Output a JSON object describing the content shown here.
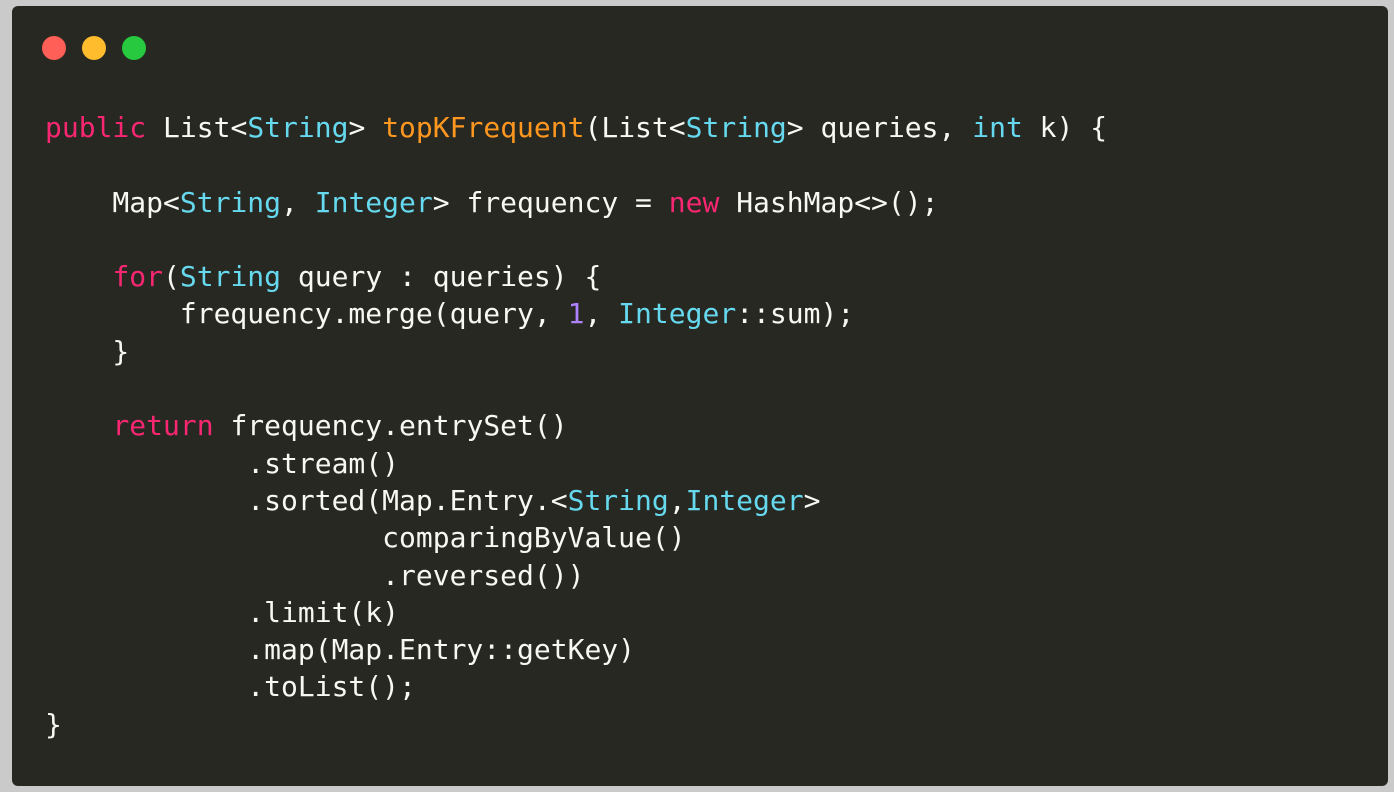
{
  "window": {
    "background": "#272822",
    "traffic_lights": [
      {
        "name": "close",
        "color": "#ff5f56"
      },
      {
        "name": "minimize",
        "color": "#ffbd2e"
      },
      {
        "name": "zoom",
        "color": "#27c93f"
      }
    ]
  },
  "theme": {
    "keyword": "#f92672",
    "type": "#66d9ef",
    "function": "#fd971f",
    "number": "#ae81ff",
    "plain": "#f8f8f2"
  },
  "code_lines": [
    [
      {
        "t": "public",
        "c": "keyword"
      },
      {
        "t": " List<"
      },
      {
        "t": "String",
        "c": "type"
      },
      {
        "t": "> "
      },
      {
        "t": "topKFrequent",
        "c": "function"
      },
      {
        "t": "(List<"
      },
      {
        "t": "String",
        "c": "type"
      },
      {
        "t": "> queries, "
      },
      {
        "t": "int",
        "c": "type"
      },
      {
        "t": " k) {"
      }
    ],
    [],
    [
      {
        "t": "    Map<"
      },
      {
        "t": "String",
        "c": "type"
      },
      {
        "t": ", "
      },
      {
        "t": "Integer",
        "c": "type"
      },
      {
        "t": "> frequency = "
      },
      {
        "t": "new",
        "c": "keyword"
      },
      {
        "t": " HashMap<>();"
      }
    ],
    [],
    [
      {
        "t": "    "
      },
      {
        "t": "for",
        "c": "keyword"
      },
      {
        "t": "("
      },
      {
        "t": "String",
        "c": "type"
      },
      {
        "t": " query : queries) {"
      }
    ],
    [
      {
        "t": "        frequency.merge(query, "
      },
      {
        "t": "1",
        "c": "number"
      },
      {
        "t": ", "
      },
      {
        "t": "Integer",
        "c": "type"
      },
      {
        "t": "::sum);"
      }
    ],
    [
      {
        "t": "    }"
      }
    ],
    [],
    [
      {
        "t": "    "
      },
      {
        "t": "return",
        "c": "keyword"
      },
      {
        "t": " frequency.entrySet()"
      }
    ],
    [
      {
        "t": "            .stream()"
      }
    ],
    [
      {
        "t": "            .sorted(Map.Entry.<"
      },
      {
        "t": "String",
        "c": "type"
      },
      {
        "t": ","
      },
      {
        "t": "Integer",
        "c": "type"
      },
      {
        "t": ">"
      }
    ],
    [
      {
        "t": "                    comparingByValue()"
      }
    ],
    [
      {
        "t": "                    .reversed())"
      }
    ],
    [
      {
        "t": "            .limit(k)"
      }
    ],
    [
      {
        "t": "            .map(Map.Entry::getKey)"
      }
    ],
    [
      {
        "t": "            .toList();"
      }
    ],
    [
      {
        "t": "}"
      }
    ]
  ]
}
